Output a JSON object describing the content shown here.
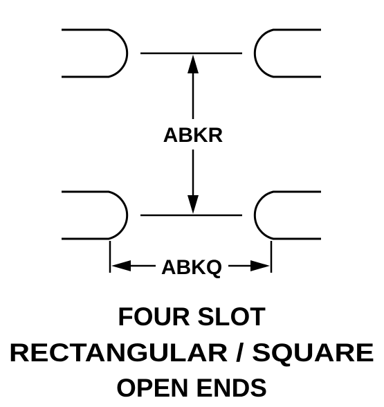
{
  "dimensions": {
    "slot_spacing_label": "ABKR",
    "slot_width_label": "ABKQ"
  },
  "caption": {
    "line1": "FOUR SLOT",
    "line2": "RECTANGULAR / SQUARE",
    "line3": "OPEN ENDS"
  }
}
